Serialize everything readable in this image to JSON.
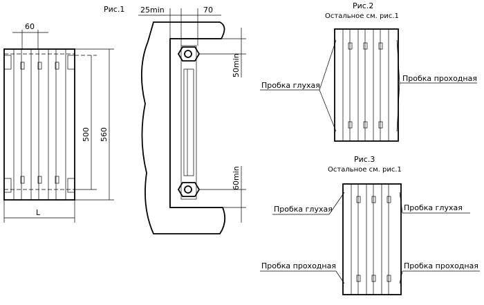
{
  "figures": {
    "fig1": {
      "title": "Рис.1",
      "dim_section": "60",
      "dim_inner": "500",
      "dim_outer": "560",
      "dim_length": "L"
    },
    "side": {
      "dim_gap": "25min",
      "dim_depth": "70",
      "dim_top": "50min",
      "dim_bottom": "60min"
    },
    "fig2": {
      "title": "Рис.2",
      "subtitle": "Остальное см. рис.1",
      "left_label": "Пробка глухая",
      "right_label": "Пробка проходная"
    },
    "fig3": {
      "title": "Рис.3",
      "subtitle": "Остальное см. рис.1",
      "upper_left_label": "Пробка глухая",
      "upper_right_label": "Пробка глухая",
      "lower_left_label": "Пробка проходная",
      "lower_right_label": "Пробка проходная"
    }
  }
}
